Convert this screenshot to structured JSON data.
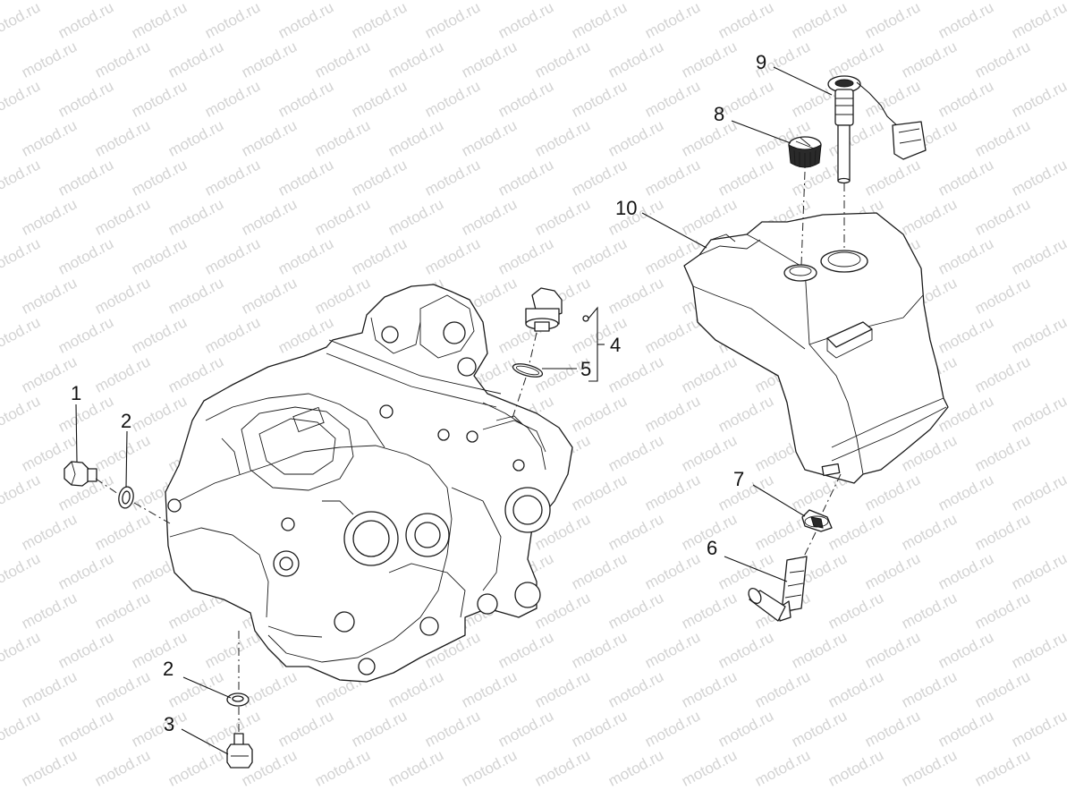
{
  "watermark": "motod.ru",
  "callouts": [
    {
      "id": "1",
      "label": "1"
    },
    {
      "id": "2a",
      "label": "2"
    },
    {
      "id": "2b",
      "label": "2"
    },
    {
      "id": "3",
      "label": "3"
    },
    {
      "id": "4",
      "label": "4"
    },
    {
      "id": "5",
      "label": "5"
    },
    {
      "id": "6",
      "label": "6"
    },
    {
      "id": "7",
      "label": "7"
    },
    {
      "id": "8",
      "label": "8"
    },
    {
      "id": "9",
      "label": "9"
    },
    {
      "id": "10",
      "label": "10"
    }
  ]
}
